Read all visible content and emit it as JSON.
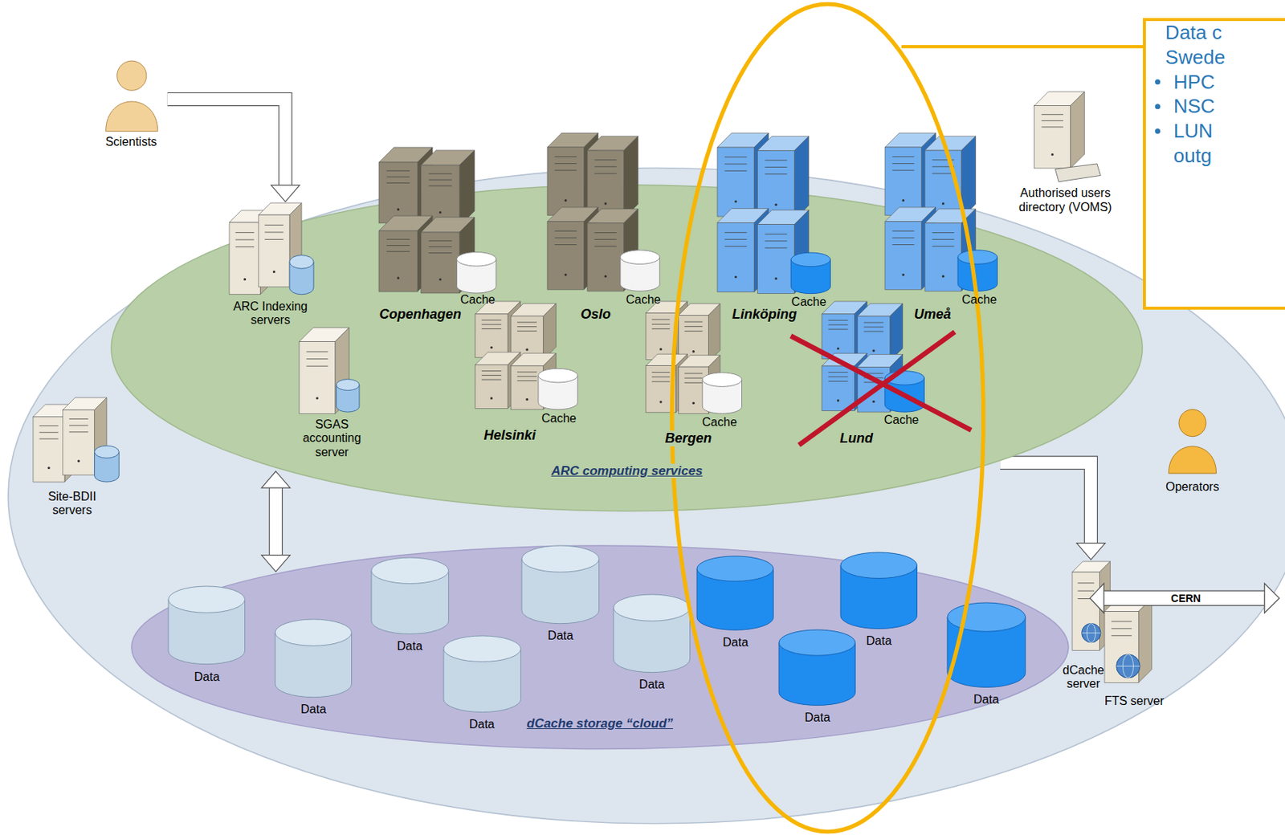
{
  "diagram": {
    "nodes": [
      {
        "text": [
          "Scientists"
        ]
      },
      {
        "text": [
          "ARC computing services"
        ]
      },
      {
        "text": [
          "ARC Indexing servers"
        ],
        "in": 1
      },
      {
        "text": [
          "Copenhagen",
          "Cache"
        ],
        "in": 1
      },
      {
        "text": [
          "Oslo",
          "Cache"
        ],
        "in": 1
      },
      {
        "text": [
          "Linköping",
          "Cache"
        ],
        "in": 1
      },
      {
        "text": [
          "Umeå",
          "Cache"
        ],
        "in": 1
      },
      {
        "text": [
          "SGAS accounting server"
        ],
        "in": 1
      },
      {
        "text": [
          "Helsinki",
          "Cache"
        ],
        "in": 1
      },
      {
        "text": [
          "Bergen",
          "Cache"
        ],
        "in": 1
      },
      {
        "text": [
          "Lund",
          "Cache"
        ],
        "in": 1
      },
      {
        "text": [
          "Authorised users directory (VOMS)"
        ]
      },
      {
        "text": [
          "Data c Swede",
          "HPC",
          "NSC",
          "LUN outg"
        ]
      },
      {
        "text": [
          "Site-BDII servers"
        ]
      },
      {
        "text": [
          "Operators"
        ]
      },
      {
        "text": [
          "dCache storage “cloud”"
        ]
      },
      {
        "text": [
          "Data"
        ],
        "in": 15
      },
      {
        "text": [
          "Data"
        ],
        "in": 15
      },
      {
        "text": [
          "Data"
        ],
        "in": 15
      },
      {
        "text": [
          "Data"
        ],
        "in": 15
      },
      {
        "text": [
          "Data"
        ],
        "in": 15
      },
      {
        "text": [
          "Data"
        ],
        "in": 15
      },
      {
        "text": [
          "Data"
        ],
        "in": 15
      },
      {
        "text": [
          "Data"
        ],
        "in": 15
      },
      {
        "text": [
          "Data"
        ],
        "in": 15
      },
      {
        "text": [
          "Data"
        ],
        "in": 15
      },
      {
        "text": [
          "dCache server"
        ]
      },
      {
        "text": [
          "FTS server"
        ]
      }
    ],
    "edges": [
      {
        "from": 0,
        "to": 2,
        "arrow": "to"
      },
      {
        "from": 1,
        "to": 15,
        "arrow": "both"
      },
      {
        "from": 1,
        "to": 26,
        "arrow": "to"
      }
    ],
    "labels": [
      "CERN"
    ]
  }
}
